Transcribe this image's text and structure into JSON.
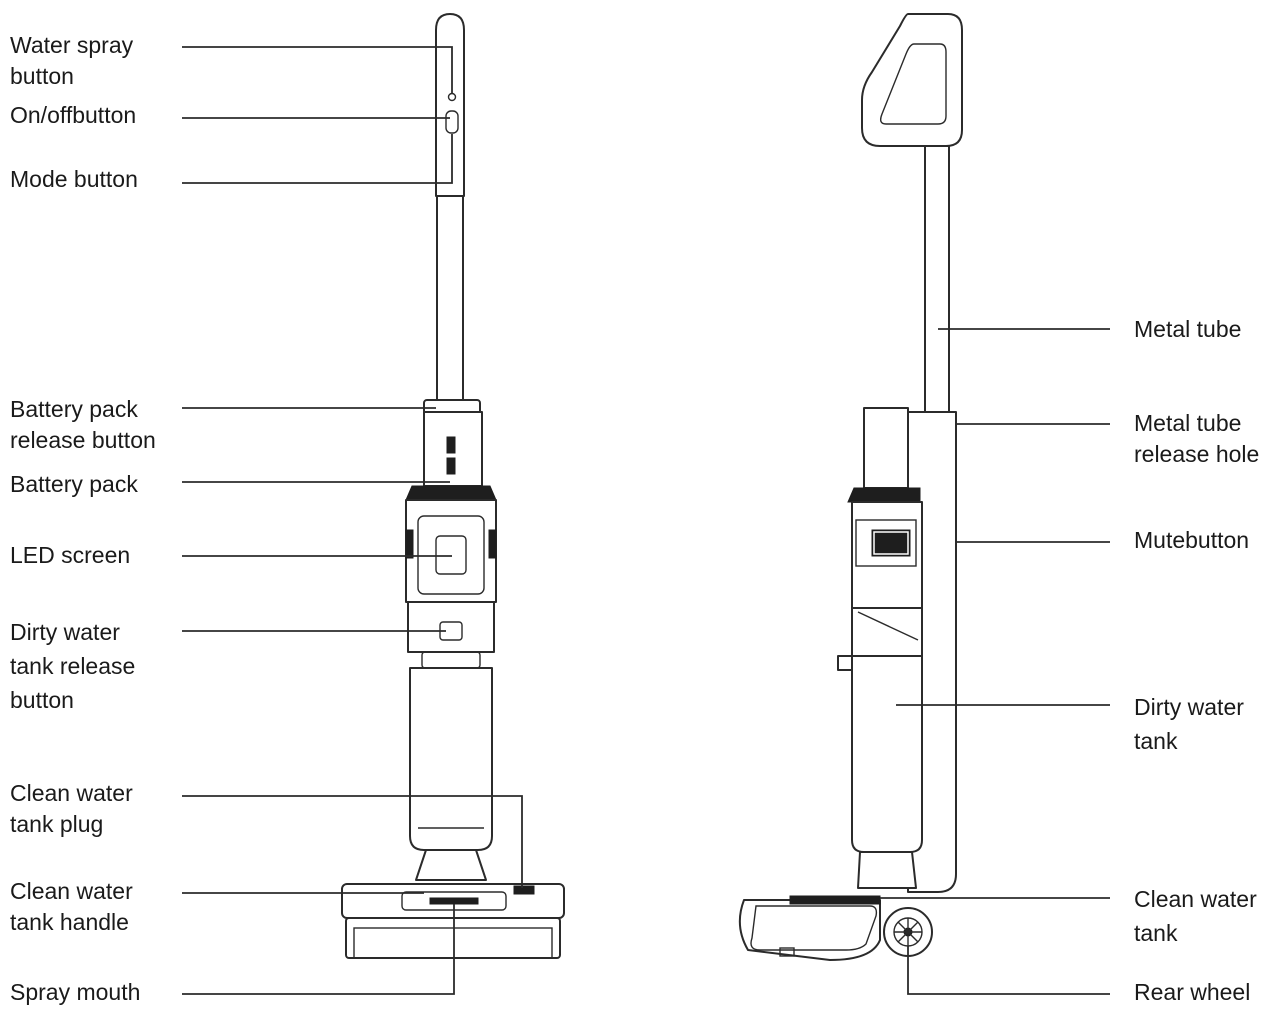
{
  "left_labels": {
    "water_spray_button": [
      "Water spray",
      "button"
    ],
    "on_off_button": [
      "On/offbutton"
    ],
    "mode_button": [
      "Mode button"
    ],
    "battery_pack_release_button": [
      "Battery pack",
      "release button"
    ],
    "battery_pack": [
      "Battery pack"
    ],
    "led_screen": [
      "LED screen"
    ],
    "dirty_water_tank_release_button": [
      "Dirty water",
      "tank release",
      "button"
    ],
    "clean_water_tank_plug": [
      "Clean water",
      "tank plug"
    ],
    "clean_water_tank_handle": [
      "Clean water",
      "tank handle"
    ],
    "spray_mouth": [
      "Spray mouth"
    ]
  },
  "right_labels": {
    "metal_tube": [
      "Metal tube"
    ],
    "metal_tube_release_hole": [
      "Metal tube",
      "release hole"
    ],
    "mute_button": [
      "Mutebutton"
    ],
    "dirty_water_tank": [
      "Dirty water",
      "tank"
    ],
    "clean_water_tank": [
      "Clean water",
      "tank"
    ],
    "rear_wheel": [
      "Rear wheel"
    ]
  },
  "colors": {
    "line": "#2b2b2b",
    "text": "#1a1a1a",
    "background": "#ffffff"
  }
}
